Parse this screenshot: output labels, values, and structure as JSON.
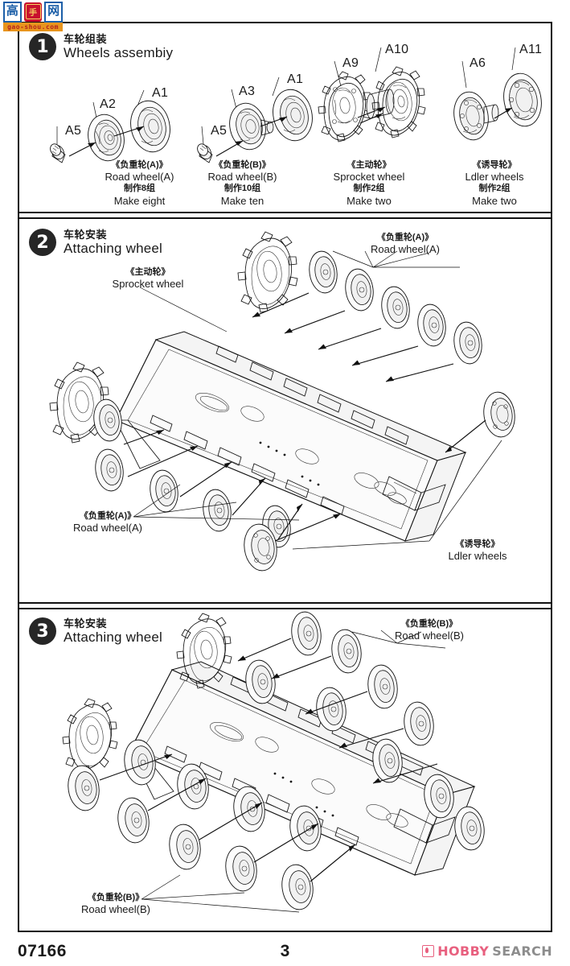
{
  "watermark": {
    "char1": "高",
    "char2": "手",
    "char3": "网",
    "domain": "gao-shou.com"
  },
  "steps": [
    {
      "number": "1",
      "title_cn": "车轮组装",
      "title_en": "Wheels assembiy",
      "part_labels": [
        "A5",
        "A2",
        "A1",
        "A5",
        "A3",
        "A1",
        "A9",
        "A10",
        "A6",
        "A11"
      ],
      "captions": [
        {
          "cn": "《负重轮(A)》",
          "en": "Road wheel(A)",
          "cn2": "制作8组",
          "en2": "Make eight"
        },
        {
          "cn": "《负重轮(B)》",
          "en": "Road wheel(B)",
          "cn2": "制作10组",
          "en2": "Make ten"
        },
        {
          "cn": "《主动轮》",
          "en": "Sprocket wheel",
          "cn2": "制作2组",
          "en2": "Make two"
        },
        {
          "cn": "《诱导轮》",
          "en": "Ldler wheels",
          "cn2": "制作2组",
          "en2": "Make two"
        }
      ]
    },
    {
      "number": "2",
      "title_cn": "车轮安装",
      "title_en": "Attaching wheel",
      "callouts": [
        {
          "cn": "《主动轮》",
          "en": "Sprocket wheel"
        },
        {
          "cn": "《负重轮(A)》",
          "en": "Road wheel(A)"
        },
        {
          "cn": "《负重轮(A)》",
          "en": "Road wheel(A)"
        },
        {
          "cn": "《诱导轮》",
          "en": "Ldler wheels"
        }
      ]
    },
    {
      "number": "3",
      "title_cn": "车轮安装",
      "title_en": "Attaching wheel",
      "callouts": [
        {
          "cn": "《负重轮(B)》",
          "en": "Road wheel(B)"
        },
        {
          "cn": "《负重轮(B)》",
          "en": "Road wheel(B)"
        }
      ]
    }
  ],
  "footer": {
    "kit_number": "07166",
    "page_number": "3",
    "brand_primary": "HOBBY",
    "brand_secondary": "SEARCH"
  },
  "colors": {
    "ink": "#111111",
    "brand_pink": "#e8607f",
    "brand_gray": "#8d8d8d",
    "logo_blue": "#1c5fa8",
    "logo_red": "#c8102e",
    "logo_orange": "#e8951d"
  }
}
